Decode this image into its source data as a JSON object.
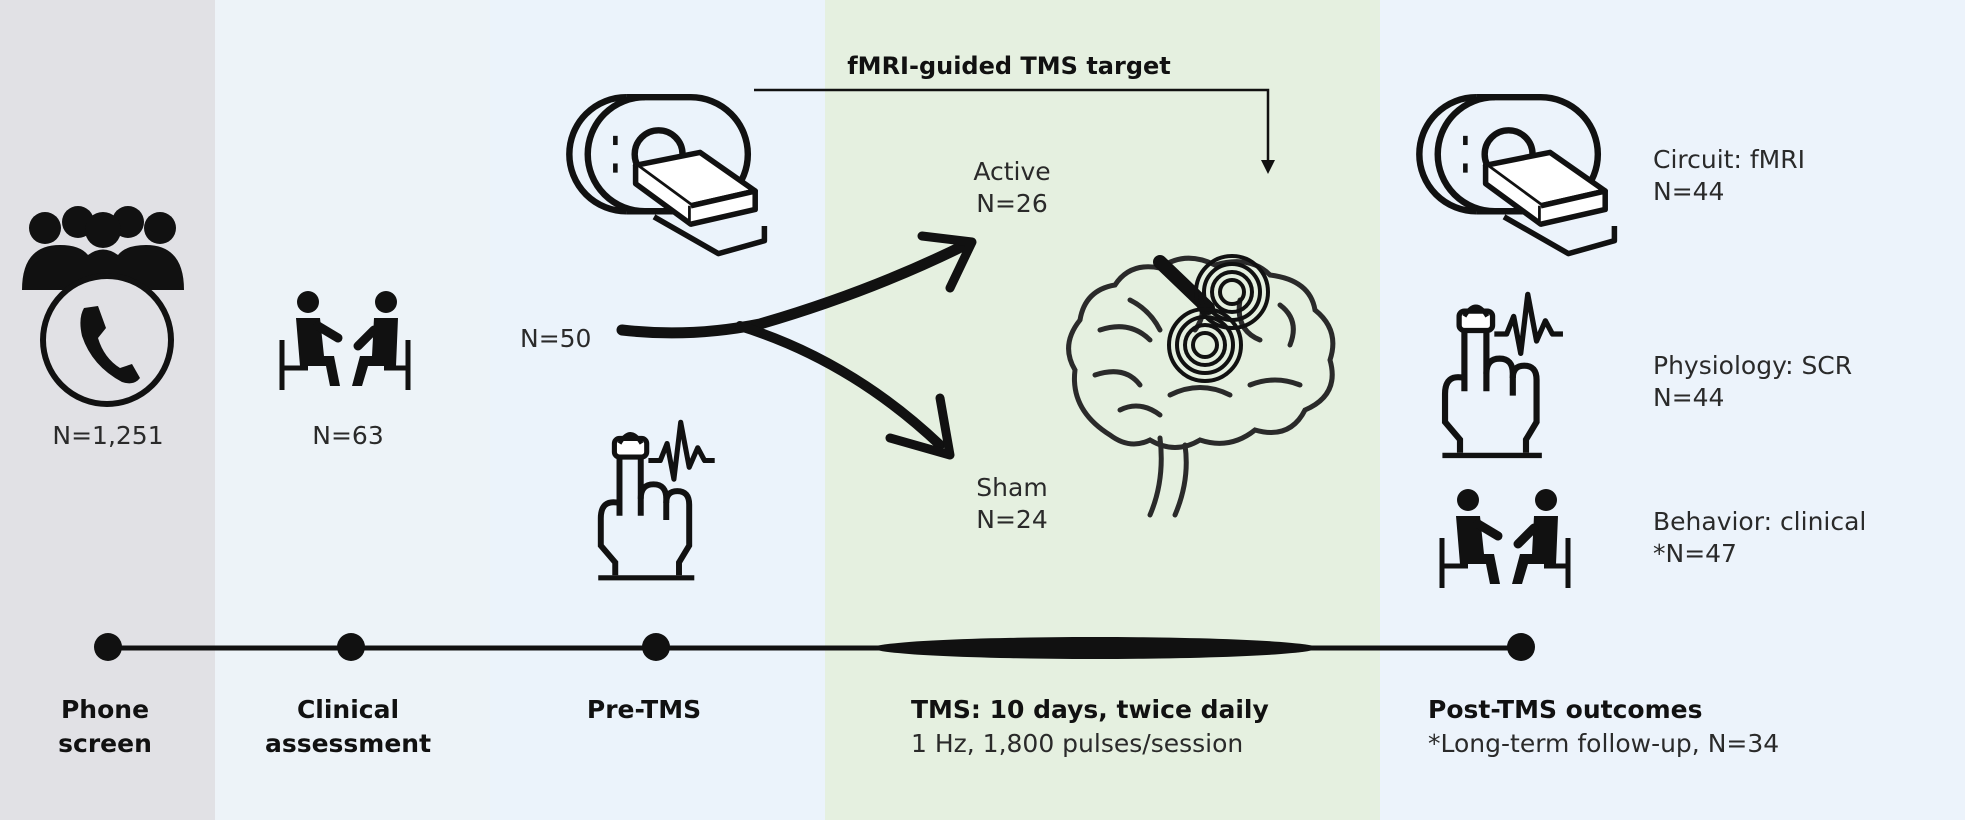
{
  "colors": {
    "phone_band": "#e1e1e5",
    "clinical_band": "#edf3f8",
    "pretms_band": "#ebf3fb",
    "tms_band": "#e5f0e0",
    "post_band": "#ecf3fb",
    "ink": "#111111"
  },
  "top": {
    "target_label": "fMRI-guided TMS target"
  },
  "counts": {
    "phone": "N=1,251",
    "clinical": "N=63",
    "pretms": "N=50",
    "active_label": "Active",
    "active_n": "N=26",
    "sham_label": "Sham",
    "sham_n": "N=24"
  },
  "outcomes": [
    {
      "label": "Circuit: fMRI",
      "n": "N=44"
    },
    {
      "label": "Physiology: SCR",
      "n": "N=44"
    },
    {
      "label": "Behavior: clinical",
      "n": "*N=47"
    }
  ],
  "timeline": {
    "phone_l1": "Phone",
    "phone_l2": "screen",
    "clinical_l1": "Clinical",
    "clinical_l2": "assessment",
    "pretms": "Pre-TMS",
    "tms_title": "TMS: 10 days, twice daily",
    "tms_sub": "1 Hz, 1,800 pulses/session",
    "post_title": "Post-TMS outcomes",
    "post_sub": "*Long-term follow-up, N=34"
  },
  "icons": [
    "people-icon",
    "phone-icon",
    "interview-icon",
    "mri-scanner-icon",
    "finger-sensor-icon",
    "brain-icon",
    "tms-coil-icon"
  ]
}
